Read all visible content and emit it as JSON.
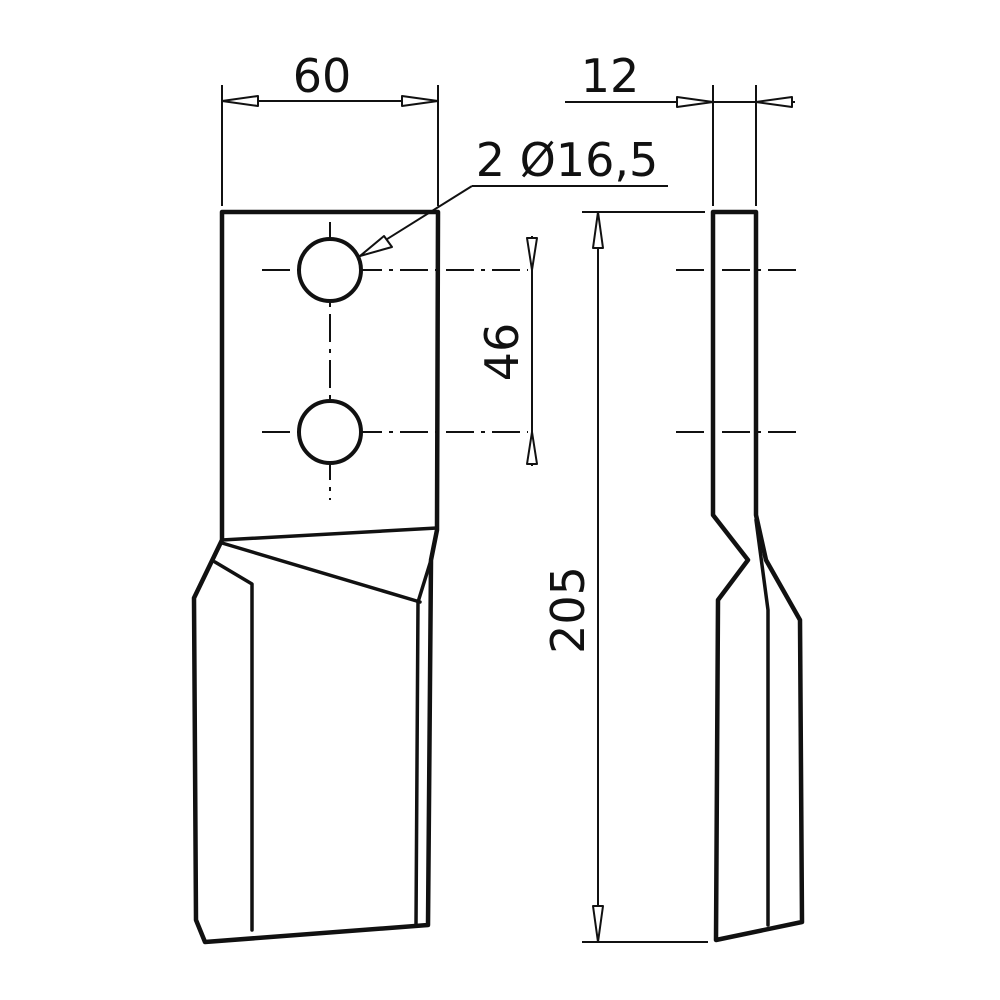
{
  "dimensions": {
    "width": "60",
    "thickness": "12",
    "holes": "2 Ø16,5",
    "hole_spacing": "46",
    "length": "205"
  },
  "colors": {
    "line": "#111111",
    "background": "#ffffff"
  }
}
